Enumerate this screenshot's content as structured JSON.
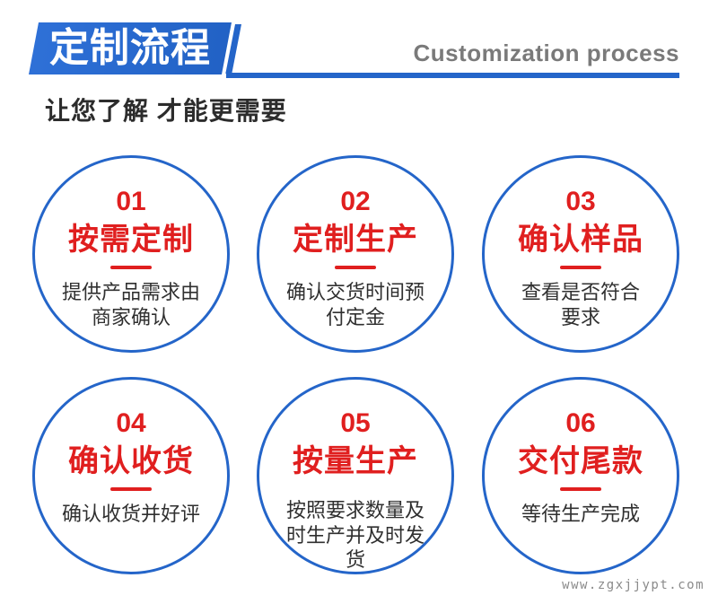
{
  "colors": {
    "blue": "#2465c9",
    "banner_blue_light": "#2f71d8",
    "banner_blue_dark": "#2161c4",
    "red": "#e01f1f",
    "text_dark": "#303030",
    "subtitle_gray": "#7a7a7a",
    "watermark_gray": "#8a8a8a"
  },
  "header": {
    "banner_title": "定制流程",
    "subtitle_en": "Customization process",
    "tagline": "让您了解 才能更需要"
  },
  "steps": [
    {
      "number": "01",
      "title": "按需定制",
      "desc": "提供产品需求由\n商家确认"
    },
    {
      "number": "02",
      "title": "定制生产",
      "desc": "确认交货时间预\n付定金"
    },
    {
      "number": "03",
      "title": "确认样品",
      "desc": "查看是否符合\n要求"
    },
    {
      "number": "04",
      "title": "确认收货",
      "desc": "确认收货并好评"
    },
    {
      "number": "05",
      "title": "按量生产",
      "desc": "按照要求数量及\n时生产并及时发\n货"
    },
    {
      "number": "06",
      "title": "交付尾款",
      "desc": "等待生产完成"
    }
  ],
  "watermark": "www.zgxjjypt.com"
}
